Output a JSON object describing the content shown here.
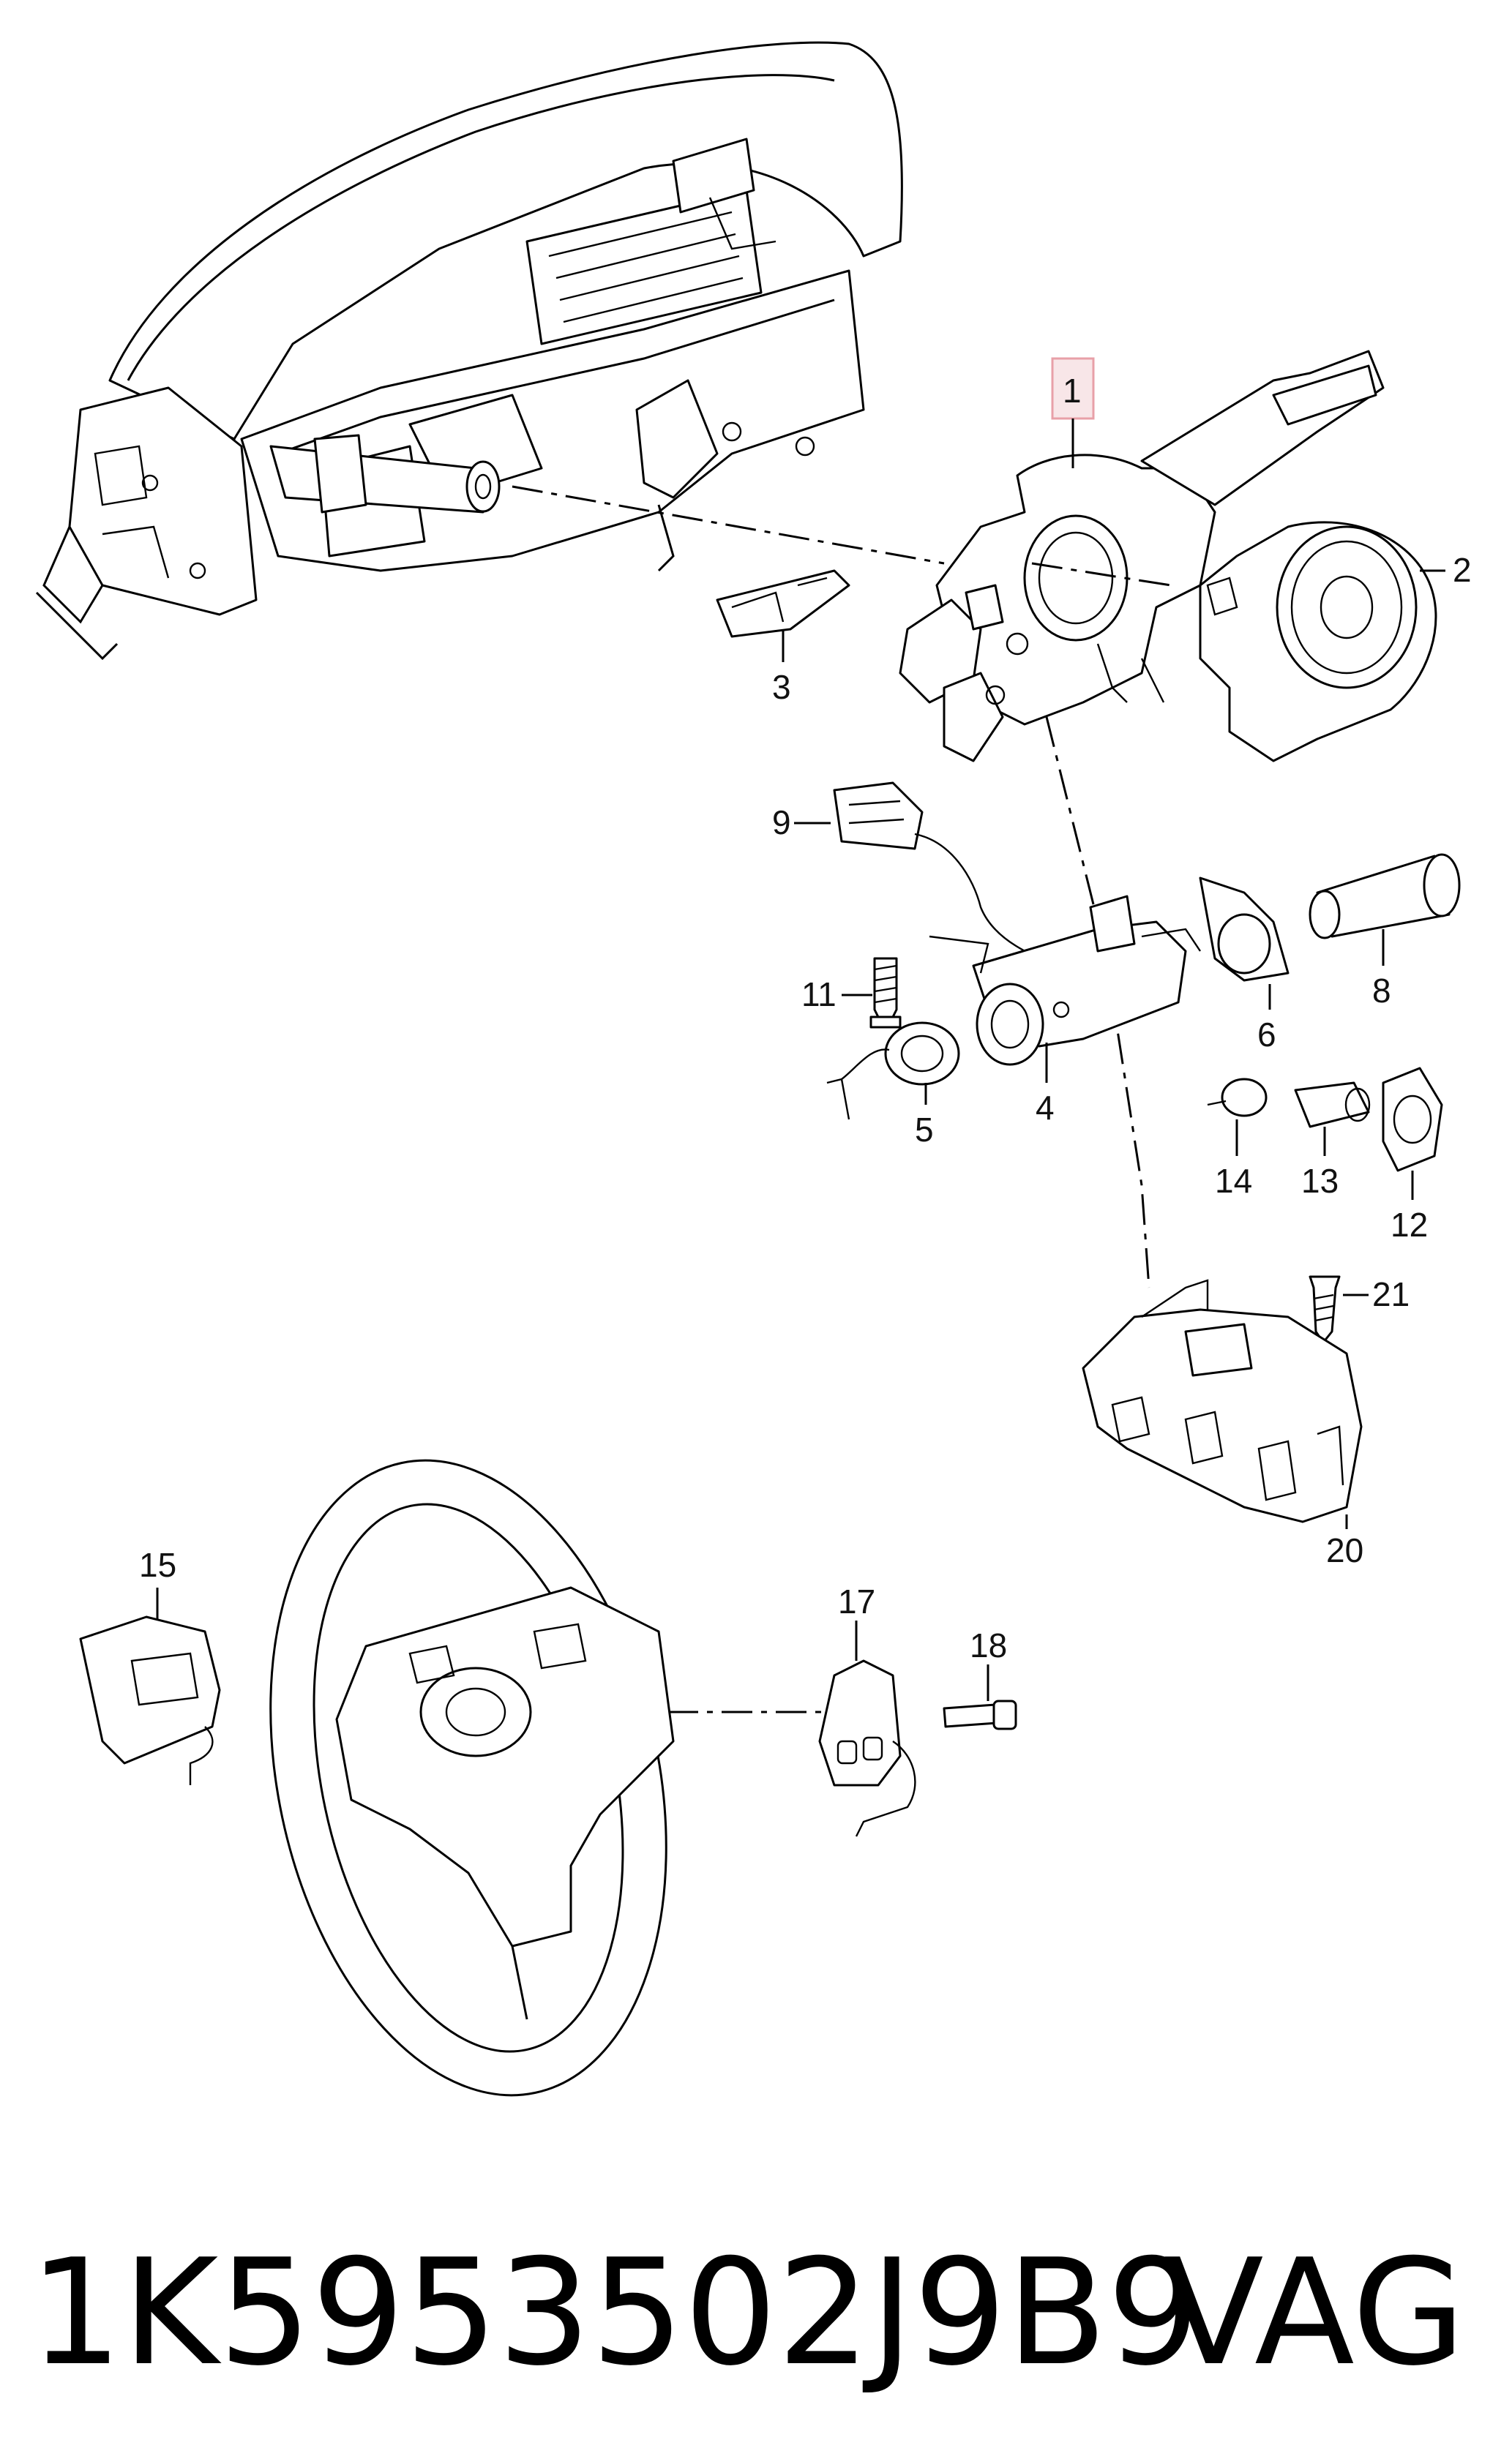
{
  "diagram": {
    "labels": {
      "p1": "1",
      "p2": "2",
      "p3": "3",
      "p4": "4",
      "p5": "5",
      "p6": "6",
      "p8": "8",
      "p9": "9",
      "p11": "11",
      "p12": "12",
      "p13": "13",
      "p14": "14",
      "p15": "15",
      "p17": "17",
      "p18": "18",
      "p20": "20",
      "p21": "21"
    },
    "highlight_color": "#e8a0a8"
  },
  "footer": {
    "part_number": "1K5953502J9B9",
    "brand": "VAG"
  }
}
